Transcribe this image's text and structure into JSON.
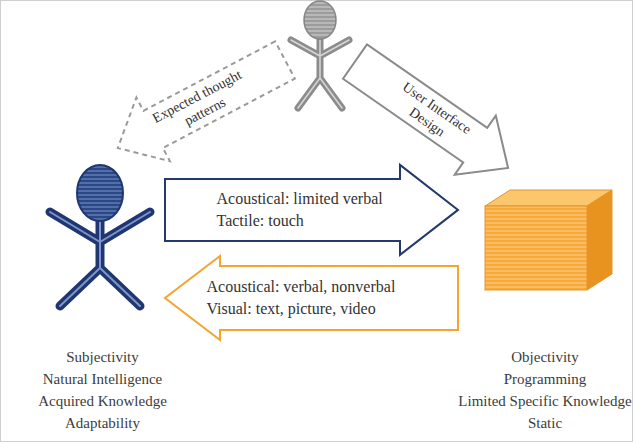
{
  "diagram": {
    "nodes": [
      {
        "text": []
      },
      {
        "text": [
          "Subjectivity",
          "Natural Intelligence",
          "Acquired Knowledge",
          "Adaptability"
        ]
      },
      {
        "text": [
          "Objectivity",
          "Programming",
          "Limited Specific Knowledge",
          "Static"
        ]
      }
    ],
    "edges": [
      {
        "from": 0,
        "to": 1,
        "label": "Expected thought patterns",
        "arrow": "to"
      },
      {
        "from": 0,
        "to": 2,
        "label": "User Interface Design",
        "arrow": "to"
      },
      {
        "from": 1,
        "to": 2,
        "label": "Acoustical: limited verbal Tactile: touch",
        "arrow": "to"
      },
      {
        "from": 2,
        "to": 1,
        "label": "Acoustical: verbal, nonverbal Visual: text, picture, video",
        "arrow": "to"
      }
    ]
  }
}
